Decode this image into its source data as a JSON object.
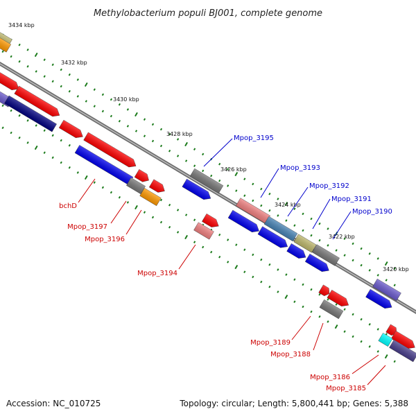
{
  "title": "Methylobacterium populi BJ001, complete genome",
  "footer": {
    "accession": "Accession: NC_010725",
    "summary": "Topology: circular; Length: 5,800,441 bp; Genes: 5,388"
  },
  "ticks": [
    "3434 kbp",
    "3432 kbp",
    "3430 kbp",
    "3428 kbp",
    "3426 kbp",
    "3424 kbp",
    "3422 kbp",
    "3420 kbp"
  ],
  "gene_labels": {
    "blue": [
      "Mpop_3195",
      "Mpop_3193",
      "Mpop_3192",
      "Mpop_3191",
      "Mpop_3190"
    ],
    "red": [
      "bchD",
      "Mpop_3197",
      "Mpop_3196",
      "Mpop_3194",
      "Mpop_3189",
      "Mpop_3188",
      "Mpop_3186",
      "Mpop_3185"
    ]
  },
  "colors": {
    "plus_strand_label": "#0000cc",
    "minus_strand_label": "#cc0000",
    "gene_red": "#ff0000",
    "gene_blue": "#0000ee",
    "gene_navy": "#000080",
    "gene_gray": "#777777",
    "gene_orange": "#ff9900",
    "gene_pink": "#f08080",
    "gene_steelblue": "#4682b4",
    "gene_khaki": "#bdb76b",
    "gene_slateblue": "#6a5acd",
    "gene_darkslate": "#483d8b",
    "gene_cyan": "#00ffff",
    "tick_dot": "#1a7a1a",
    "backbone": "#888888"
  }
}
